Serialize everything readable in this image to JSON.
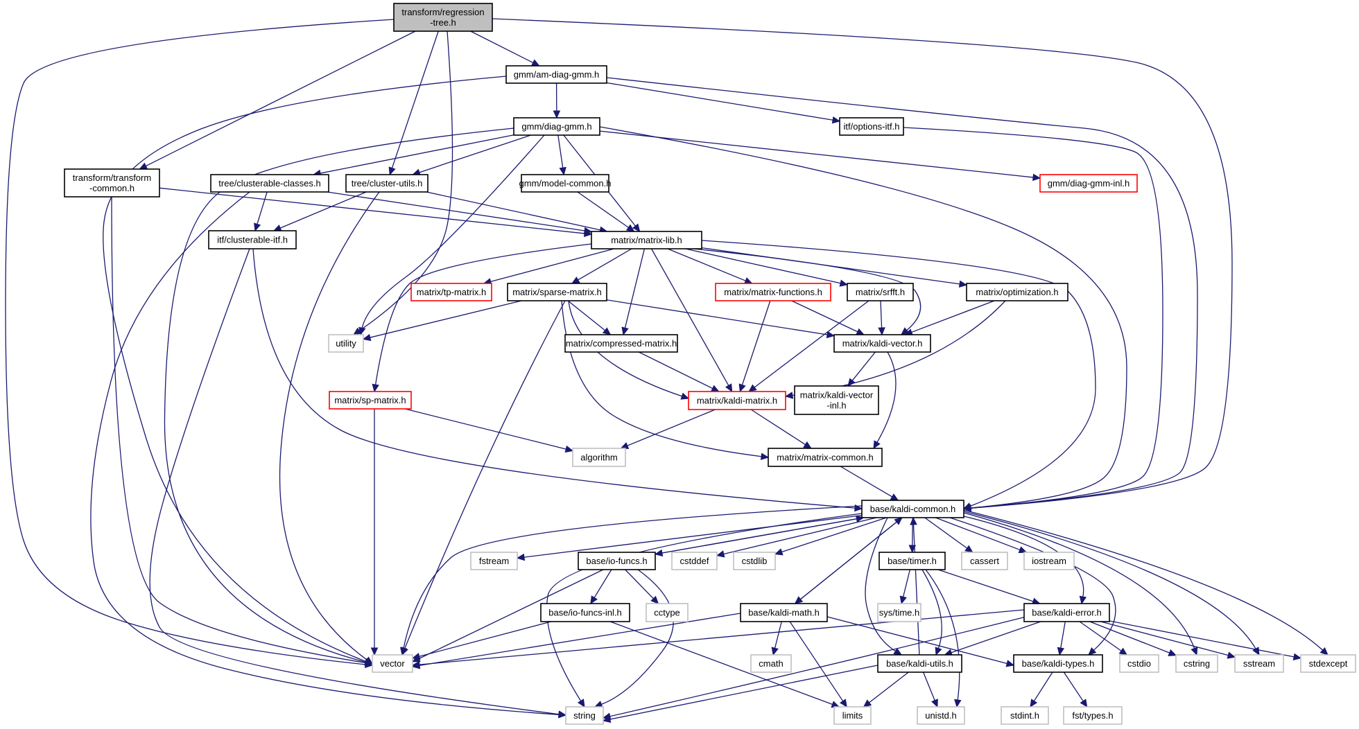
{
  "graph": {
    "title": "Include dependency graph for transform/regression-tree.h",
    "colors": {
      "edge": "#191970",
      "root_fill": "#bfbfbf",
      "node_border": "#000000",
      "truncated_border": "#ff0000",
      "system_border": "#bfbfbf"
    },
    "nodes": [
      {
        "id": "regression-tree",
        "lines": [
          "transform/regression",
          "-tree.h"
        ],
        "kind": "root"
      },
      {
        "id": "am-diag-gmm",
        "lines": [
          "gmm/am-diag-gmm.h"
        ],
        "kind": "normal"
      },
      {
        "id": "diag-gmm",
        "lines": [
          "gmm/diag-gmm.h"
        ],
        "kind": "normal"
      },
      {
        "id": "options-itf",
        "lines": [
          "itf/options-itf.h"
        ],
        "kind": "normal"
      },
      {
        "id": "transform-common",
        "lines": [
          "transform/transform",
          "-common.h"
        ],
        "kind": "normal"
      },
      {
        "id": "clusterable-classes",
        "lines": [
          "tree/clusterable-classes.h"
        ],
        "kind": "normal"
      },
      {
        "id": "cluster-utils",
        "lines": [
          "tree/cluster-utils.h"
        ],
        "kind": "normal"
      },
      {
        "id": "model-common",
        "lines": [
          "gmm/model-common.h"
        ],
        "kind": "normal"
      },
      {
        "id": "diag-gmm-inl",
        "lines": [
          "gmm/diag-gmm-inl.h"
        ],
        "kind": "red"
      },
      {
        "id": "clusterable-itf",
        "lines": [
          "itf/clusterable-itf.h"
        ],
        "kind": "normal"
      },
      {
        "id": "matrix-lib",
        "lines": [
          "matrix/matrix-lib.h"
        ],
        "kind": "normal"
      },
      {
        "id": "tp-matrix",
        "lines": [
          "matrix/tp-matrix.h"
        ],
        "kind": "red"
      },
      {
        "id": "sparse-matrix",
        "lines": [
          "matrix/sparse-matrix.h"
        ],
        "kind": "normal"
      },
      {
        "id": "matrix-functions",
        "lines": [
          "matrix/matrix-functions.h"
        ],
        "kind": "red"
      },
      {
        "id": "srfft",
        "lines": [
          "matrix/srfft.h"
        ],
        "kind": "normal"
      },
      {
        "id": "optimization",
        "lines": [
          "matrix/optimization.h"
        ],
        "kind": "normal"
      },
      {
        "id": "utility",
        "lines": [
          "utility"
        ],
        "kind": "sys"
      },
      {
        "id": "compressed-matrix",
        "lines": [
          "matrix/compressed-matrix.h"
        ],
        "kind": "normal"
      },
      {
        "id": "kaldi-vector",
        "lines": [
          "matrix/kaldi-vector.h"
        ],
        "kind": "normal"
      },
      {
        "id": "sp-matrix",
        "lines": [
          "matrix/sp-matrix.h"
        ],
        "kind": "red"
      },
      {
        "id": "kaldi-matrix",
        "lines": [
          "matrix/kaldi-matrix.h"
        ],
        "kind": "red"
      },
      {
        "id": "kaldi-vector-inl",
        "lines": [
          "matrix/kaldi-vector",
          "-inl.h"
        ],
        "kind": "normal"
      },
      {
        "id": "algorithm",
        "lines": [
          "algorithm"
        ],
        "kind": "sys"
      },
      {
        "id": "matrix-common",
        "lines": [
          "matrix/matrix-common.h"
        ],
        "kind": "normal"
      },
      {
        "id": "kaldi-common",
        "lines": [
          "base/kaldi-common.h"
        ],
        "kind": "normal"
      },
      {
        "id": "fstream",
        "lines": [
          "fstream"
        ],
        "kind": "sys"
      },
      {
        "id": "io-funcs",
        "lines": [
          "base/io-funcs.h"
        ],
        "kind": "normal"
      },
      {
        "id": "cstddef",
        "lines": [
          "cstddef"
        ],
        "kind": "sys"
      },
      {
        "id": "cstdlib",
        "lines": [
          "cstdlib"
        ],
        "kind": "sys"
      },
      {
        "id": "timer",
        "lines": [
          "base/timer.h"
        ],
        "kind": "normal"
      },
      {
        "id": "cassert",
        "lines": [
          "cassert"
        ],
        "kind": "sys"
      },
      {
        "id": "iostream",
        "lines": [
          "iostream"
        ],
        "kind": "sys"
      },
      {
        "id": "io-funcs-inl",
        "lines": [
          "base/io-funcs-inl.h"
        ],
        "kind": "normal"
      },
      {
        "id": "cctype",
        "lines": [
          "cctype"
        ],
        "kind": "sys"
      },
      {
        "id": "kaldi-math",
        "lines": [
          "base/kaldi-math.h"
        ],
        "kind": "normal"
      },
      {
        "id": "sys-time",
        "lines": [
          "sys/time.h"
        ],
        "kind": "sys"
      },
      {
        "id": "kaldi-error",
        "lines": [
          "base/kaldi-error.h"
        ],
        "kind": "normal"
      },
      {
        "id": "vector",
        "lines": [
          "vector"
        ],
        "kind": "sys"
      },
      {
        "id": "cmath",
        "lines": [
          "cmath"
        ],
        "kind": "sys"
      },
      {
        "id": "kaldi-utils",
        "lines": [
          "base/kaldi-utils.h"
        ],
        "kind": "normal"
      },
      {
        "id": "kaldi-types",
        "lines": [
          "base/kaldi-types.h"
        ],
        "kind": "normal"
      },
      {
        "id": "cstdio",
        "lines": [
          "cstdio"
        ],
        "kind": "sys"
      },
      {
        "id": "cstring",
        "lines": [
          "cstring"
        ],
        "kind": "sys"
      },
      {
        "id": "sstream",
        "lines": [
          "sstream"
        ],
        "kind": "sys"
      },
      {
        "id": "stdexcept",
        "lines": [
          "stdexcept"
        ],
        "kind": "sys"
      },
      {
        "id": "string",
        "lines": [
          "string"
        ],
        "kind": "sys"
      },
      {
        "id": "limits",
        "lines": [
          "limits"
        ],
        "kind": "sys"
      },
      {
        "id": "unistd",
        "lines": [
          "unistd.h"
        ],
        "kind": "sys"
      },
      {
        "id": "stdint",
        "lines": [
          "stdint.h"
        ],
        "kind": "sys"
      },
      {
        "id": "fst-types",
        "lines": [
          "fst/types.h"
        ],
        "kind": "sys"
      }
    ],
    "edges": [
      [
        "regression-tree",
        "am-diag-gmm"
      ],
      [
        "regression-tree",
        "transform-common"
      ],
      [
        "regression-tree",
        "cluster-utils"
      ],
      [
        "regression-tree",
        "utility"
      ],
      [
        "regression-tree",
        "vector"
      ],
      [
        "regression-tree",
        "kaldi-common"
      ],
      [
        "am-diag-gmm",
        "diag-gmm"
      ],
      [
        "am-diag-gmm",
        "options-itf"
      ],
      [
        "am-diag-gmm",
        "vector"
      ],
      [
        "am-diag-gmm",
        "kaldi-common"
      ],
      [
        "diag-gmm",
        "clusterable-classes"
      ],
      [
        "diag-gmm",
        "cluster-utils"
      ],
      [
        "diag-gmm",
        "model-common"
      ],
      [
        "diag-gmm",
        "matrix-lib"
      ],
      [
        "diag-gmm",
        "diag-gmm-inl"
      ],
      [
        "diag-gmm",
        "utility"
      ],
      [
        "diag-gmm",
        "vector"
      ],
      [
        "diag-gmm",
        "kaldi-common"
      ],
      [
        "options-itf",
        "kaldi-common"
      ],
      [
        "transform-common",
        "matrix-lib"
      ],
      [
        "transform-common",
        "vector"
      ],
      [
        "clusterable-classes",
        "clusterable-itf"
      ],
      [
        "clusterable-classes",
        "matrix-lib"
      ],
      [
        "clusterable-classes",
        "string"
      ],
      [
        "cluster-utils",
        "clusterable-itf"
      ],
      [
        "cluster-utils",
        "matrix-lib"
      ],
      [
        "cluster-utils",
        "vector"
      ],
      [
        "model-common",
        "matrix-lib"
      ],
      [
        "clusterable-itf",
        "string"
      ],
      [
        "clusterable-itf",
        "kaldi-common"
      ],
      [
        "matrix-lib",
        "tp-matrix"
      ],
      [
        "matrix-lib",
        "sparse-matrix"
      ],
      [
        "matrix-lib",
        "matrix-functions"
      ],
      [
        "matrix-lib",
        "srfft"
      ],
      [
        "matrix-lib",
        "optimization"
      ],
      [
        "matrix-lib",
        "compressed-matrix"
      ],
      [
        "matrix-lib",
        "kaldi-vector"
      ],
      [
        "matrix-lib",
        "kaldi-matrix"
      ],
      [
        "matrix-lib",
        "sp-matrix"
      ],
      [
        "matrix-lib",
        "kaldi-common"
      ],
      [
        "sparse-matrix",
        "utility"
      ],
      [
        "sparse-matrix",
        "compressed-matrix"
      ],
      [
        "sparse-matrix",
        "kaldi-vector"
      ],
      [
        "sparse-matrix",
        "kaldi-matrix"
      ],
      [
        "sparse-matrix",
        "matrix-common"
      ],
      [
        "sparse-matrix",
        "vector"
      ],
      [
        "matrix-functions",
        "kaldi-vector"
      ],
      [
        "matrix-functions",
        "kaldi-matrix"
      ],
      [
        "srfft",
        "kaldi-vector"
      ],
      [
        "srfft",
        "kaldi-matrix"
      ],
      [
        "optimization",
        "kaldi-vector"
      ],
      [
        "optimization",
        "kaldi-matrix"
      ],
      [
        "compressed-matrix",
        "kaldi-matrix"
      ],
      [
        "kaldi-vector",
        "kaldi-vector-inl"
      ],
      [
        "kaldi-vector",
        "matrix-common"
      ],
      [
        "sp-matrix",
        "algorithm"
      ],
      [
        "sp-matrix",
        "vector"
      ],
      [
        "kaldi-matrix",
        "algorithm"
      ],
      [
        "kaldi-matrix",
        "matrix-common"
      ],
      [
        "matrix-common",
        "kaldi-common"
      ],
      [
        "kaldi-common",
        "fstream"
      ],
      [
        "kaldi-common",
        "io-funcs"
      ],
      [
        "kaldi-common",
        "cstddef"
      ],
      [
        "kaldi-common",
        "cstdlib"
      ],
      [
        "kaldi-common",
        "timer"
      ],
      [
        "kaldi-common",
        "cassert"
      ],
      [
        "kaldi-common",
        "iostream"
      ],
      [
        "kaldi-common",
        "kaldi-math"
      ],
      [
        "kaldi-common",
        "kaldi-error"
      ],
      [
        "kaldi-common",
        "kaldi-utils"
      ],
      [
        "kaldi-common",
        "kaldi-types"
      ],
      [
        "kaldi-common",
        "vector"
      ],
      [
        "kaldi-common",
        "string"
      ],
      [
        "kaldi-common",
        "cstring"
      ],
      [
        "kaldi-common",
        "sstream"
      ],
      [
        "kaldi-common",
        "stdexcept"
      ],
      [
        "io-funcs",
        "kaldi-common"
      ],
      [
        "io-funcs",
        "io-funcs-inl"
      ],
      [
        "io-funcs",
        "cctype"
      ],
      [
        "io-funcs",
        "vector"
      ],
      [
        "io-funcs",
        "string"
      ],
      [
        "io-funcs-inl",
        "vector"
      ],
      [
        "io-funcs-inl",
        "limits"
      ],
      [
        "timer",
        "sys-time"
      ],
      [
        "timer",
        "kaldi-error"
      ],
      [
        "timer",
        "kaldi-utils"
      ],
      [
        "timer",
        "unistd"
      ],
      [
        "kaldi-math",
        "kaldi-common"
      ],
      [
        "kaldi-math",
        "vector"
      ],
      [
        "kaldi-math",
        "cmath"
      ],
      [
        "kaldi-math",
        "limits"
      ],
      [
        "kaldi-math",
        "kaldi-types"
      ],
      [
        "kaldi-error",
        "vector"
      ],
      [
        "kaldi-error",
        "string"
      ],
      [
        "kaldi-error",
        "kaldi-utils"
      ],
      [
        "kaldi-error",
        "kaldi-types"
      ],
      [
        "kaldi-error",
        "cstdio"
      ],
      [
        "kaldi-error",
        "cstring"
      ],
      [
        "kaldi-error",
        "sstream"
      ],
      [
        "kaldi-error",
        "stdexcept"
      ],
      [
        "kaldi-utils",
        "kaldi-common"
      ],
      [
        "kaldi-utils",
        "string"
      ],
      [
        "kaldi-utils",
        "limits"
      ],
      [
        "kaldi-utils",
        "unistd"
      ],
      [
        "kaldi-types",
        "stdint"
      ],
      [
        "kaldi-types",
        "fst-types"
      ]
    ]
  }
}
